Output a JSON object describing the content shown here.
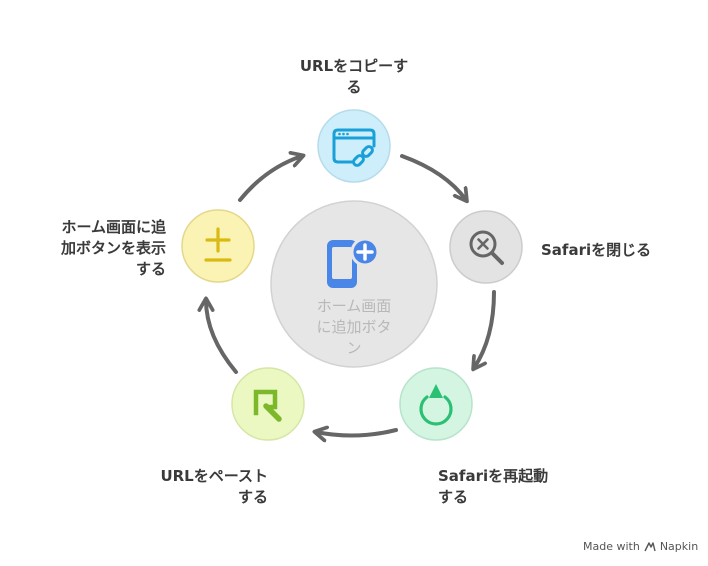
{
  "center": {
    "title_line1": "ホーム画面",
    "title_line2": "に追加ボタ",
    "title_line3": "ン"
  },
  "steps": [
    {
      "line1": "URLをコピーす",
      "line2": "る"
    },
    {
      "line1": "Safariを閉じる"
    },
    {
      "line1": "Safariを再起動",
      "line2": "する"
    },
    {
      "line1": "URLをペースト",
      "line2": "する"
    },
    {
      "line1": "ホーム画面に追",
      "line2": "加ボタンを表示",
      "line3": "する"
    }
  ],
  "footer": {
    "made_with": "Made with",
    "brand": "Napkin"
  },
  "colors": {
    "arrow": "#666666",
    "center_fill": "#e6e6e6",
    "step1_fill": "#cdeefa",
    "step1_icon": "#1aa0d8",
    "step2_fill": "#e3e3e3",
    "step2_icon": "#666666",
    "step3_fill": "#d3f5e2",
    "step3_icon": "#2cc074",
    "step4_fill": "#ecf8c2",
    "step4_icon": "#7cb82a",
    "step5_fill": "#fbf3b3",
    "step5_icon": "#d9ba14",
    "phone_icon": "#4a86e8"
  },
  "icons": [
    "browser-link-icon",
    "search-close-icon",
    "restart-arrow-icon",
    "paste-icon",
    "plus-minus-icon",
    "phone-add-icon"
  ]
}
